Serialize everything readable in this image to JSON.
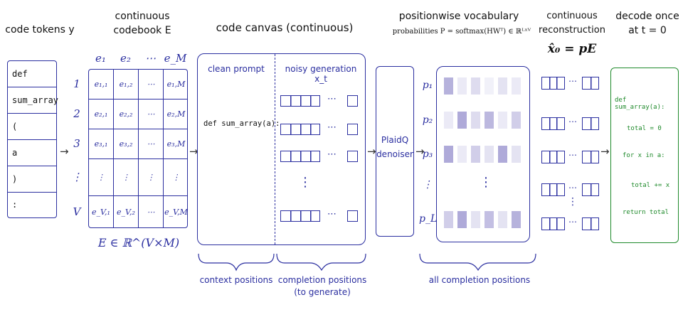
{
  "headers": {
    "code_tokens": "code tokens y",
    "codebook_line1": "continuous",
    "codebook_line2": "codebook E",
    "canvas": "code canvas (continuous)",
    "vocab_line1": "positionwise vocabulary",
    "vocab_line2": "probabilities P = softmax(HWᵀ) ∈ ℝᴸˣⱽ",
    "recon_line1": "continuous",
    "recon_line2": "reconstruction",
    "recon_eq": "x̂₀ = pE",
    "decode_line1": "decode once",
    "decode_line2": "at t = 0"
  },
  "tokens": [
    "def",
    "sum_array",
    "(",
    "a",
    ")",
    ":"
  ],
  "codebook": {
    "col_headers": [
      "e₁",
      "e₂",
      "⋯",
      "e_M"
    ],
    "row_labels": [
      "1",
      "2",
      "3",
      "⋮",
      "V"
    ],
    "cells": [
      [
        "e₁,₁",
        "e₁,₂",
        "⋯",
        "e₁,M"
      ],
      [
        "e₂,₁",
        "e₂,₂",
        "⋯",
        "e₂,M"
      ],
      [
        "e₃,₁",
        "e₃,₂",
        "⋯",
        "e₃,M"
      ],
      [
        "⋮",
        "⋮",
        "⋮",
        "⋮"
      ],
      [
        "e_V,₁",
        "e_V,₂",
        "⋯",
        "e_V,M"
      ]
    ],
    "caption": "E ∈ ℝ^(V×M)"
  },
  "canvas": {
    "clean_label": "clean prompt",
    "noisy_label": "noisy generation x_t",
    "prompt_code": "def sum_array(a):",
    "ellipsis_h": "⋯",
    "ellipsis_v": "⋮"
  },
  "denoiser": {
    "line1": "PlaidQ",
    "line2": "denoiser"
  },
  "vocab": {
    "row_labels": [
      "p₁",
      "p₂",
      "p₃",
      "⋮",
      "p_L"
    ],
    "shades": [
      [
        0.55,
        0.15,
        0.25,
        0.1,
        0.2,
        0.15
      ],
      [
        0.15,
        0.6,
        0.25,
        0.5,
        0.15,
        0.35
      ],
      [
        0.6,
        0.15,
        0.35,
        0.2,
        0.6,
        0.2
      ],
      [
        0.35,
        0.6,
        0.2,
        0.45,
        0.2,
        0.55
      ]
    ]
  },
  "decoded": [
    "def sum_array(a):",
    "total = 0",
    "for x in a:",
    "total += x",
    "return total"
  ],
  "brackets": {
    "context": "context positions",
    "completion_line1": "completion positions",
    "completion_line2": "(to generate)",
    "all": "all completion positions"
  },
  "colors": {
    "accent": "#2b2fa0",
    "green": "#1f8a2b",
    "cell_shade": "#7a72c0"
  }
}
